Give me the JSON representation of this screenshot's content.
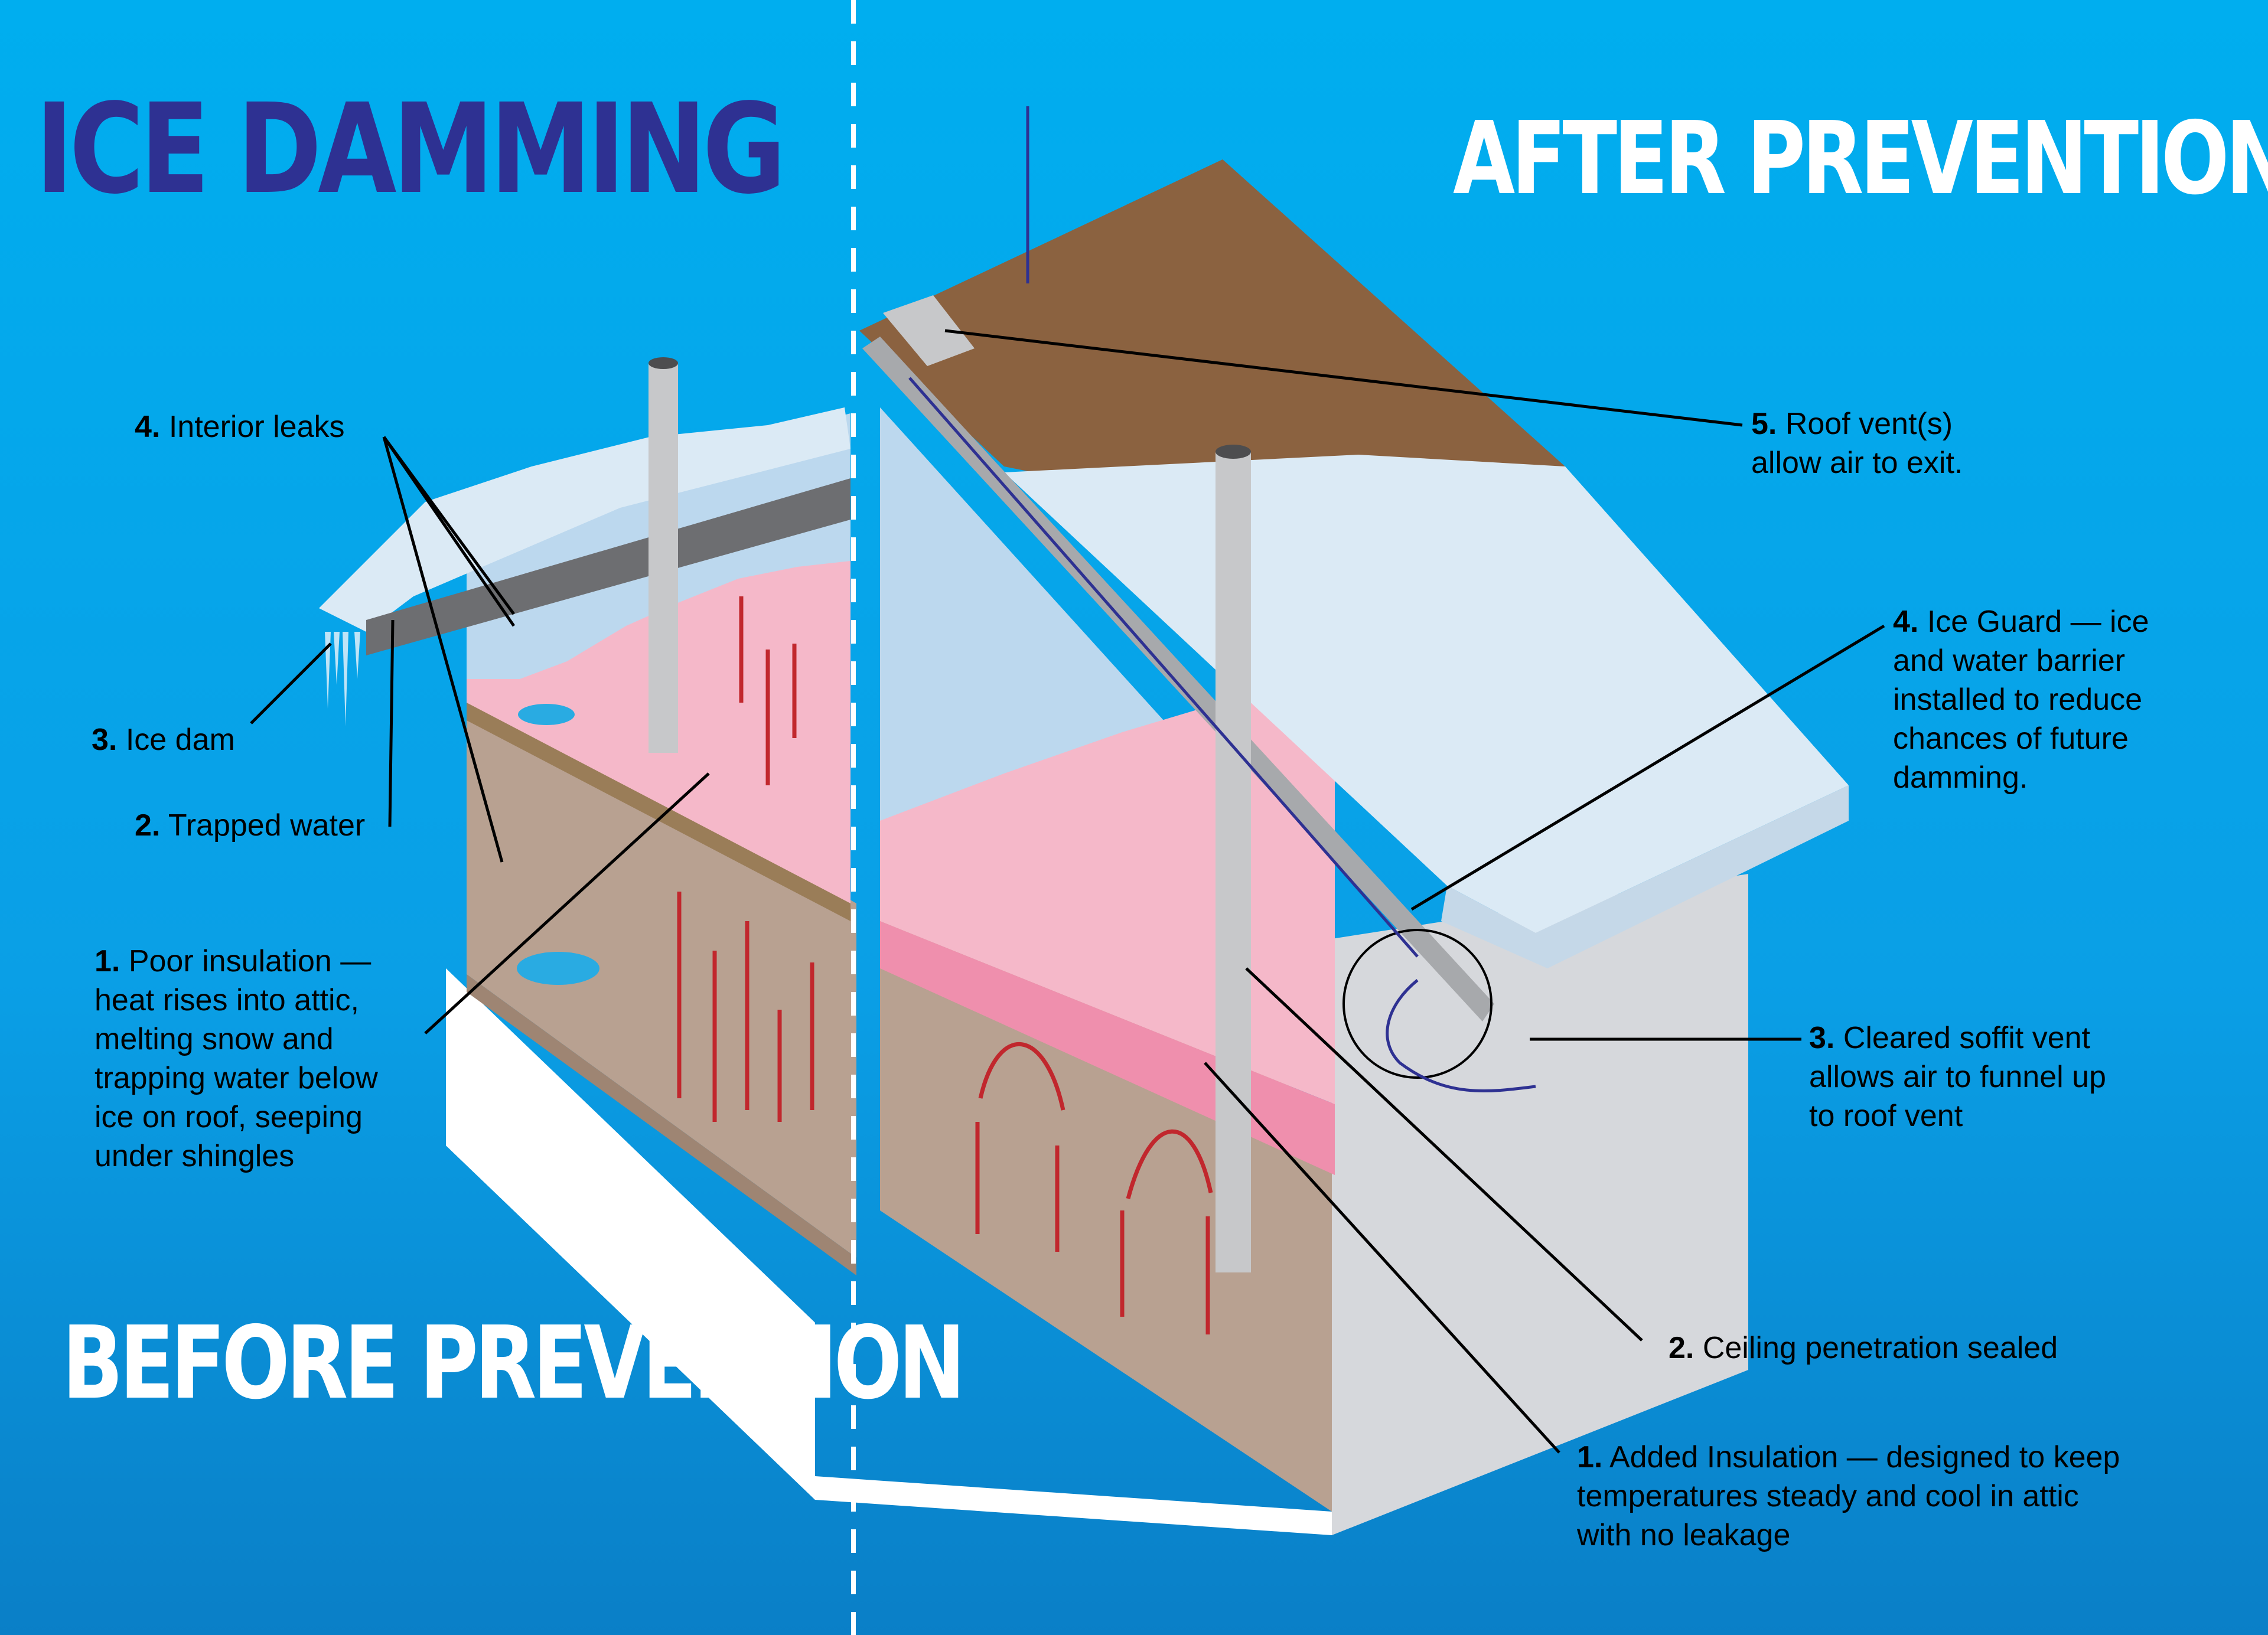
{
  "title": "ICE DAMMING",
  "after_title": "AFTER PREVENTION",
  "before_title": "BEFORE PREVENTION",
  "before": [
    {
      "num": "4.",
      "lines": [
        "Interior leaks"
      ]
    },
    {
      "num": "3.",
      "lines": [
        "Ice dam"
      ]
    },
    {
      "num": "2.",
      "lines": [
        "Trapped water"
      ]
    },
    {
      "num": "1.",
      "lines": [
        "Poor insulation —",
        "heat rises into attic,",
        "melting snow and",
        "trapping water below",
        "ice on roof, seeping",
        "under shingles"
      ]
    }
  ],
  "after": [
    {
      "num": "5.",
      "lines": [
        "Roof vent(s)",
        "allow air to exit."
      ]
    },
    {
      "num": "4.",
      "lines": [
        "Ice Guard — ice",
        "and water barrier",
        "installed to reduce",
        "chances of future",
        "damming."
      ]
    },
    {
      "num": "3.",
      "lines": [
        "Cleared soffit vent",
        "allows air to funnel up",
        "to roof vent"
      ]
    },
    {
      "num": "2.",
      "lines": [
        "Ceiling penetration sealed"
      ]
    },
    {
      "num": "1.",
      "lines": [
        "Added Insulation — designed to keep",
        "temperatures steady and cool in attic",
        "with no leakage"
      ]
    }
  ],
  "colors": {
    "title_blue": "#2e3192",
    "arrow_red": "#c1272d",
    "airflow_blue": "#2e3192",
    "insulation_pink": "#f5b8c9",
    "snow": "#dbeaf5",
    "shingles": "#8b6240"
  }
}
